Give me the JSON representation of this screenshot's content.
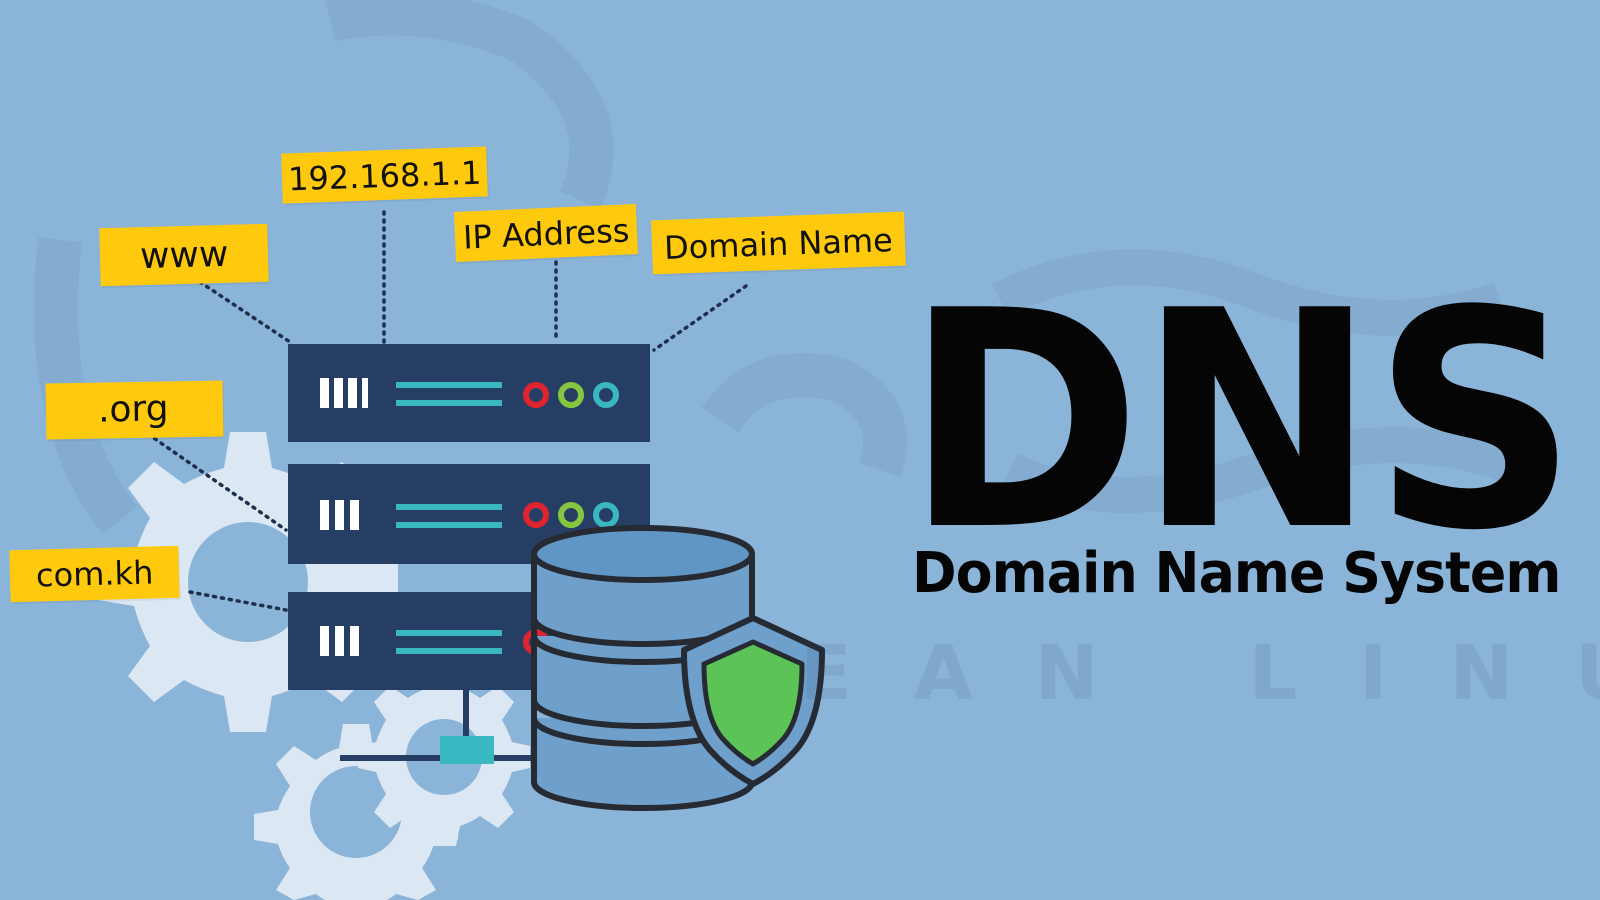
{
  "illustration": {
    "title": "DNS",
    "subtitle": "Domain Name System",
    "watermark_text": "EAN LINUX",
    "tags": {
      "www": "www",
      "ip": "192.168.1.1",
      "ip_address": "IP Address",
      "domain_name": "Domain Name",
      "org": ".org",
      "com_kh": "com.kh"
    },
    "icons": [
      "server-rack-icon",
      "database-icon",
      "shield-icon",
      "gear-icon"
    ]
  },
  "colors": {
    "background": "#8bb4d9",
    "server": "#273e64",
    "tag": "#ffc90e",
    "database": "#6f9fcb",
    "shield": "#5cc357",
    "led_red": "#e0242f",
    "led_green": "#86c540",
    "led_teal": "#39b8c2"
  }
}
